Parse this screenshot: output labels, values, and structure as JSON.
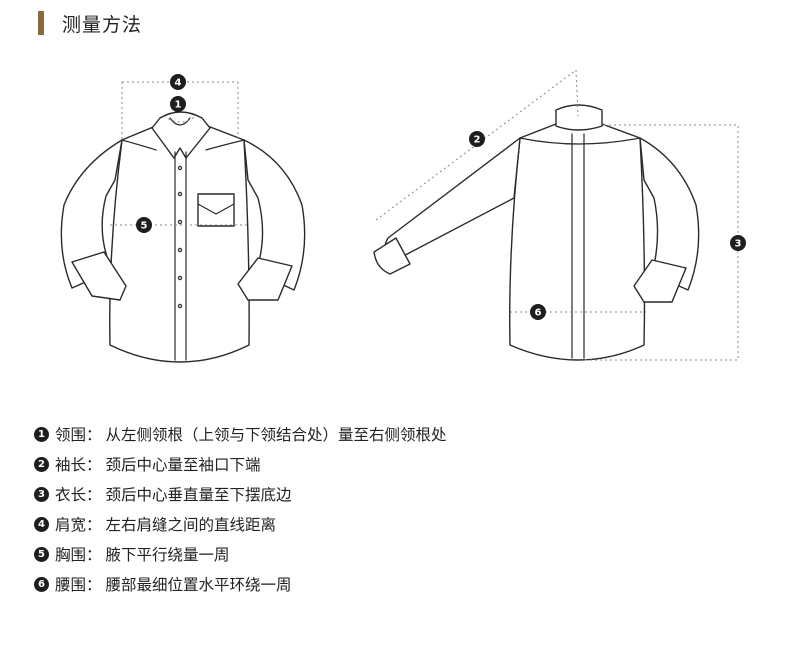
{
  "header": {
    "title": "测量方法"
  },
  "badges": [
    "1",
    "2",
    "3",
    "4",
    "5",
    "6"
  ],
  "legend": [
    {
      "num": "1",
      "label": "领围：",
      "desc": "从左侧领根（上领与下领结合处）量至右侧领根处"
    },
    {
      "num": "2",
      "label": "袖长：",
      "desc": "颈后中心量至袖口下端"
    },
    {
      "num": "3",
      "label": "衣长：",
      "desc": "颈后中心垂直量至下摆底边"
    },
    {
      "num": "4",
      "label": "肩宽：",
      "desc": "左右肩缝之间的直线距离"
    },
    {
      "num": "5",
      "label": "胸围：",
      "desc": "腋下平行绕量一周"
    },
    {
      "num": "6",
      "label": "腰围：",
      "desc": "腰部最细位置水平环绕一周"
    }
  ],
  "colors": {
    "accent": "#8a6a3c",
    "ink": "#222222",
    "badge": "#1e1e1e",
    "guide": "#8a8a8a"
  }
}
